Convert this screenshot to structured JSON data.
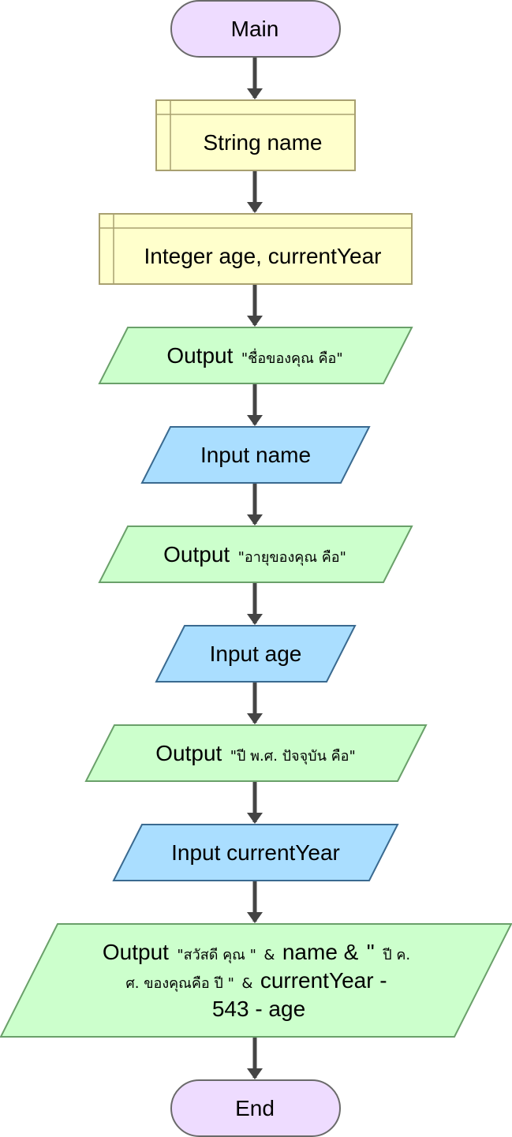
{
  "colors": {
    "terminal_fill": "#eedcff",
    "terminal_stroke": "#6a6a6a",
    "declare_fill": "#ffffcc",
    "declare_stroke": "#a8a070",
    "output_fill": "#ccffcc",
    "output_stroke": "#6aa06a",
    "input_fill": "#aadeff",
    "input_stroke": "#3a6a90",
    "arrow": "#444444"
  },
  "start": {
    "label": "Main"
  },
  "declare_name": {
    "label": "String name"
  },
  "declare_age": {
    "label": "Integer age, currentYear"
  },
  "output_name_prompt": {
    "keyword": "Output",
    "text": "\"ชื่อของคุณ คือ\""
  },
  "input_name": {
    "label": "Input name"
  },
  "output_age_prompt": {
    "keyword": "Output",
    "text": "\"อายุของคุณ คือ\""
  },
  "input_age": {
    "label": "Input age"
  },
  "output_year_prompt": {
    "keyword": "Output",
    "text": "\"ปี พ.ศ. ปัจจุบัน คือ\""
  },
  "input_year": {
    "label": "Input currentYear"
  },
  "output_result": {
    "keyword": "Output",
    "line1_text1": "\"สวัสดี คุณ \"",
    "line1_op1": "&",
    "line1_var": "name &",
    "line1_quote": "\"",
    "line1_text2": "ปี ค.",
    "line2_text": "ศ. ของคุณคือ ปี \"",
    "line2_op": "&",
    "line2_expr": "currentYear -",
    "line3_expr": "543 - age"
  },
  "end": {
    "label": "End"
  }
}
